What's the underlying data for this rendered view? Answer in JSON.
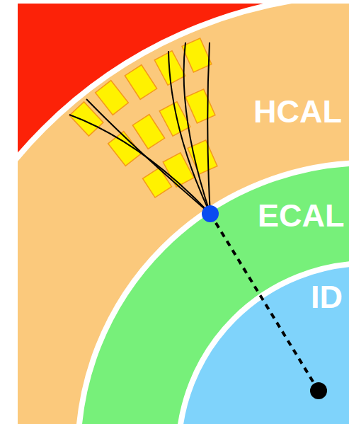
{
  "diagram": {
    "nodes": [
      {
        "text": [
          "HCAL"
        ]
      },
      {
        "text": [
          "ECAL"
        ]
      },
      {
        "text": [
          "ID"
        ]
      }
    ]
  }
}
